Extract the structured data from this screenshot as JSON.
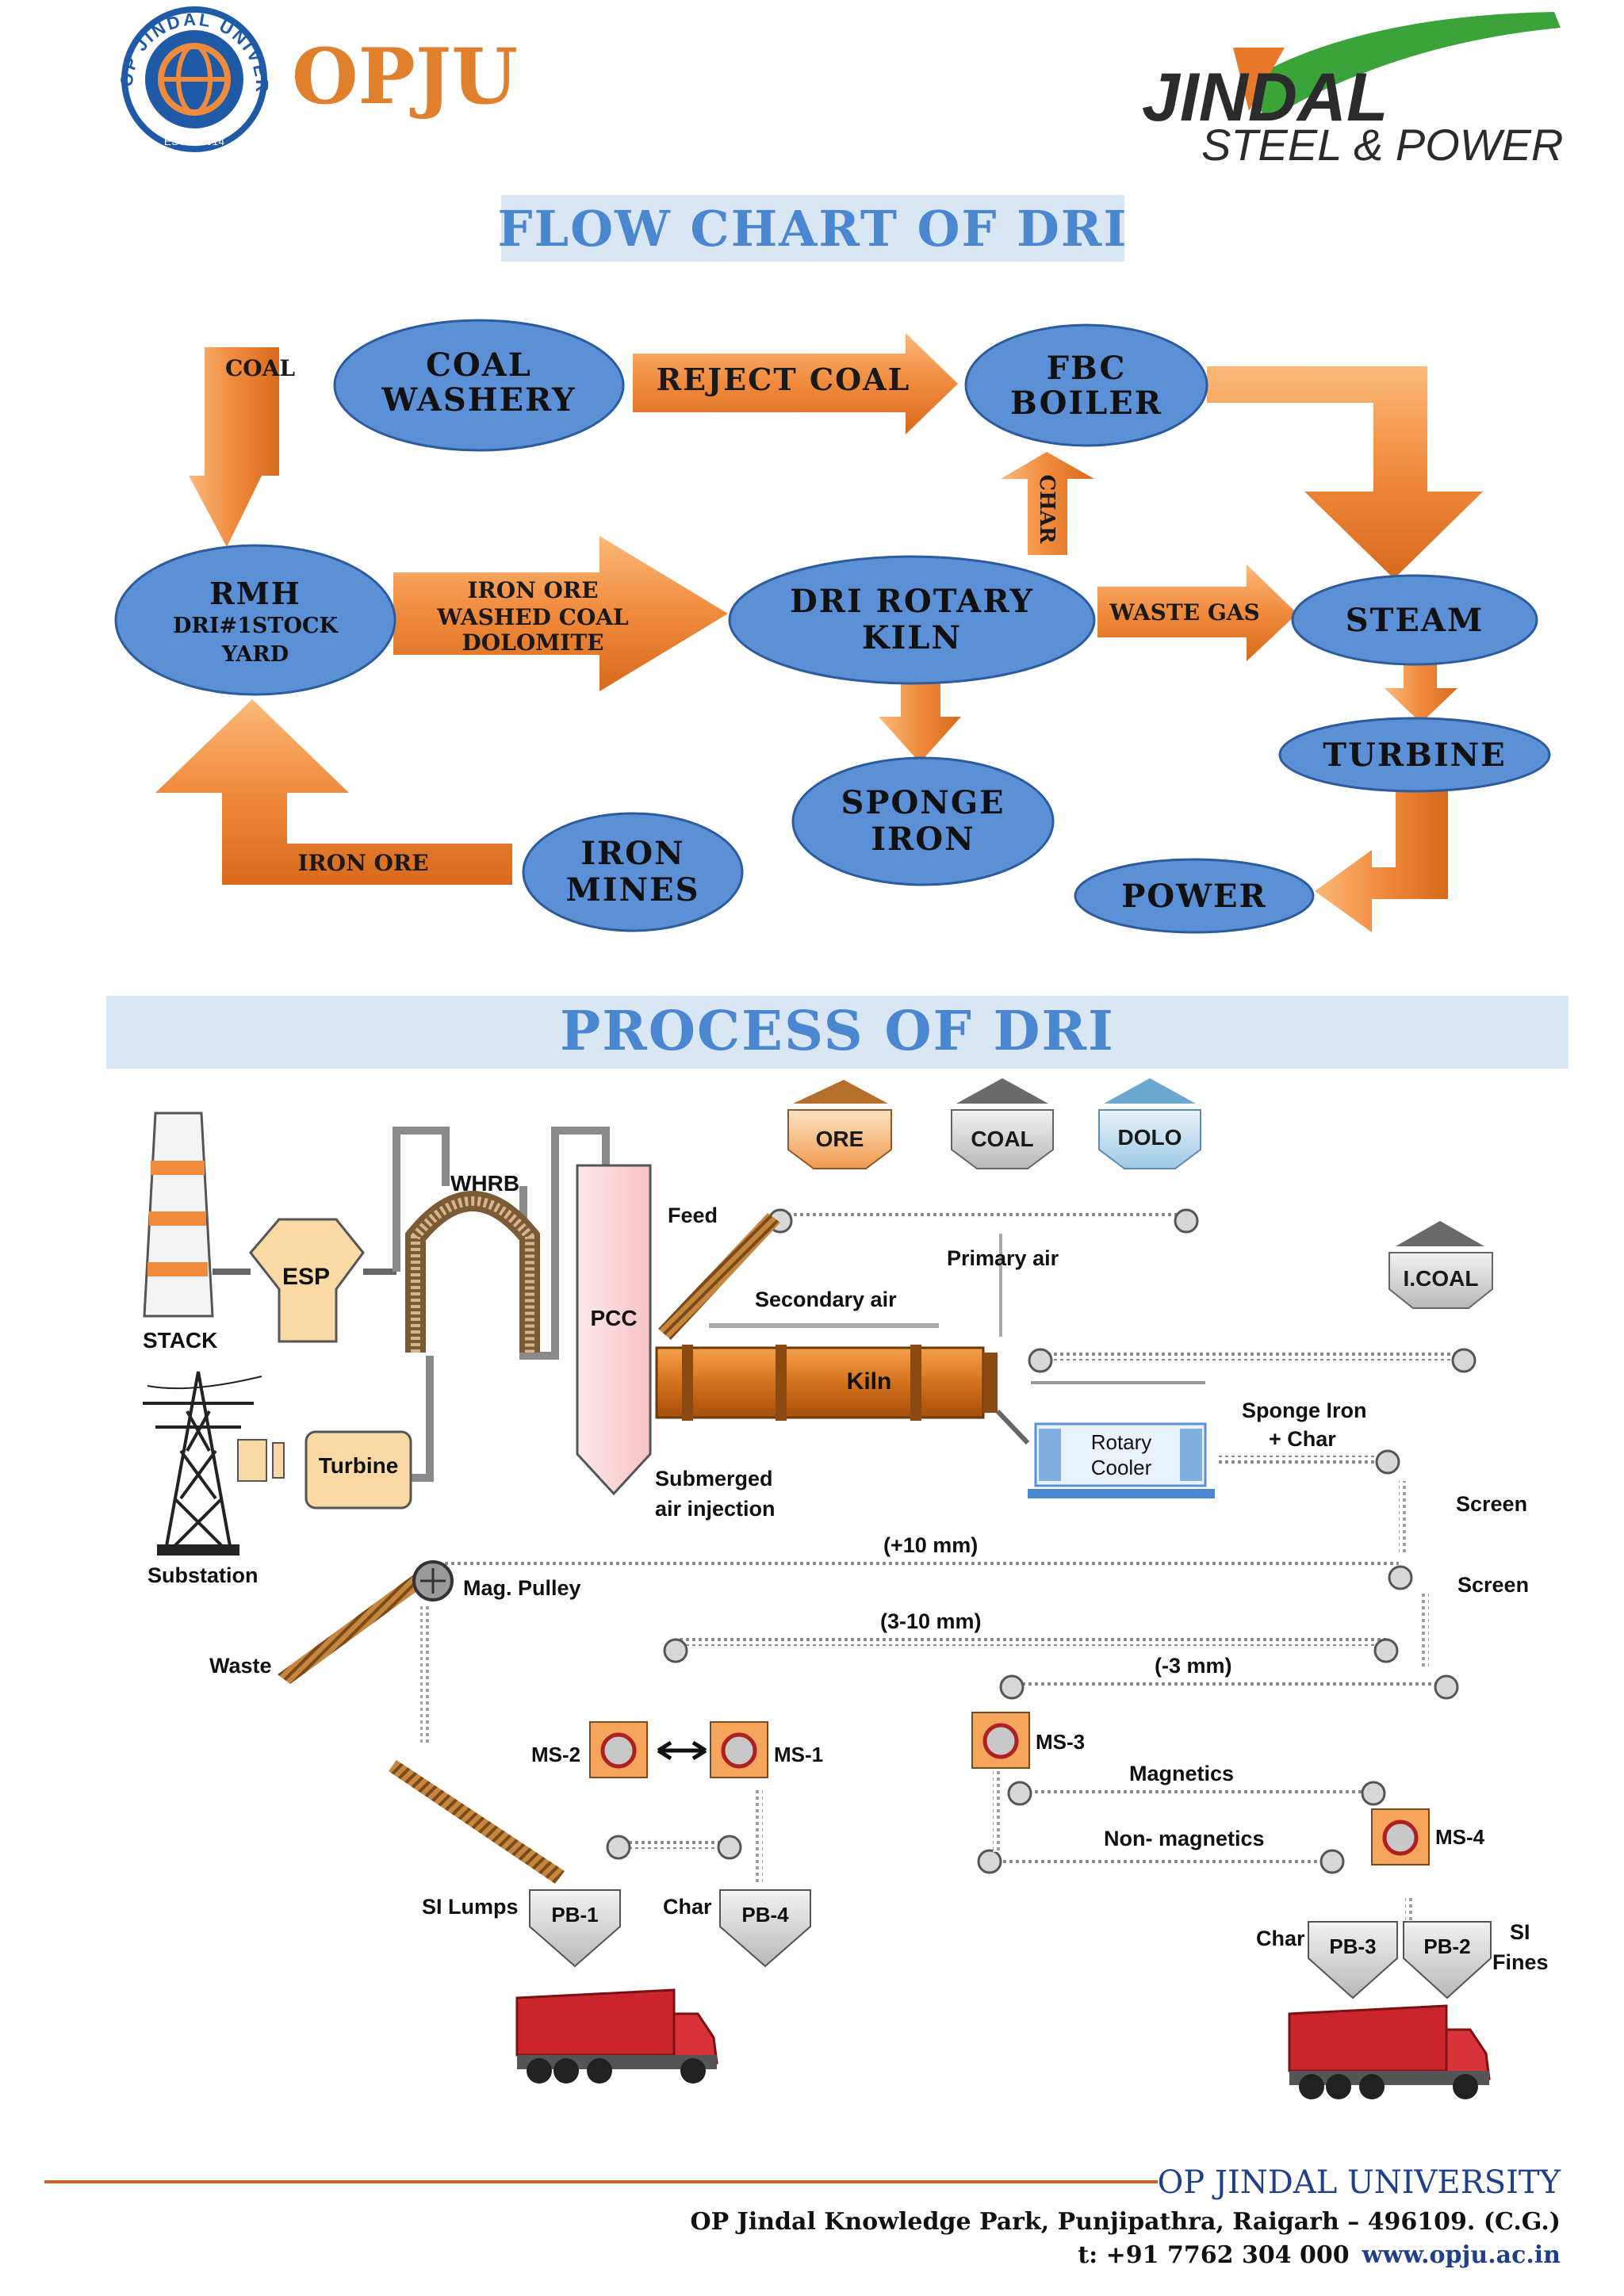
{
  "header": {
    "opju_logo": {
      "ring_text": "OP JINDAL UNIVERSITY",
      "estd": "ESTD. 2014",
      "wordmark": "OPJU"
    },
    "jspl_logo": {
      "line1": "JINDAL",
      "line2": "STEEL & POWER"
    }
  },
  "flow_chart": {
    "title": "FLOW CHART OF DRI",
    "nodes": {
      "coal_washery": [
        "COAL",
        "WASHERY"
      ],
      "fbc_boiler": [
        "FBC",
        "BOILER"
      ],
      "rmh": [
        "RMH",
        "DRI#1STOCK",
        "YARD"
      ],
      "dri_kiln": [
        "DRI ROTARY",
        "KILN"
      ],
      "steam": "STEAM",
      "turbine": "TURBINE",
      "sponge_iron": [
        "SPONGE",
        "IRON"
      ],
      "iron_mines": [
        "IRON",
        "MINES"
      ],
      "power": "POWER"
    },
    "arrows": {
      "coal": "COAL",
      "reject_coal": "REJECT COAL",
      "char": "CHAR",
      "inputs": [
        "IRON ORE",
        "WASHED COAL",
        "DOLOMITE"
      ],
      "waste_gas": "WASTE GAS",
      "iron_ore": "IRON ORE"
    }
  },
  "process": {
    "title": "PROCESS OF DRI",
    "bins": {
      "ore": "ORE",
      "coal": "COAL",
      "dolo": "DOLO",
      "icoal": "I.COAL"
    },
    "labels": {
      "whrb": "WHRB",
      "esp": "ESP",
      "stack": "STACK",
      "pcc": "PCC",
      "feed": "Feed",
      "primary_air": "Primary air",
      "secondary_air": "Secondary air",
      "kiln": "Kiln",
      "turbine": "Turbine",
      "substation": "Substation",
      "submerged": [
        "Submerged",
        "air injection"
      ],
      "sponge_char": [
        "Sponge Iron",
        "+ Char"
      ],
      "rotary_cooler": [
        "Rotary",
        "Cooler"
      ],
      "screen1": "Screen",
      "screen2": "Screen",
      "plus10": "(+10 mm)",
      "range310": "(3-10 mm)",
      "minus3": "(-3 mm)",
      "mag_pulley": "Mag. Pulley",
      "waste": "Waste",
      "ms2": "MS-2",
      "ms1": "MS-1",
      "ms3": "MS-3",
      "ms4": "MS-4",
      "magnetics": "Magnetics",
      "non_magnetics": "Non- magnetics",
      "si_lumps": "SI Lumps",
      "pb1": "PB-1",
      "char1": "Char",
      "pb4": "PB-4",
      "char2": "Char",
      "pb3": "PB-3",
      "pb2": "PB-2",
      "si_fines": [
        "SI",
        "Fines"
      ]
    }
  },
  "footer": {
    "name": "OP JINDAL UNIVERSITY",
    "address": "OP Jindal Knowledge Park, Punjipathra, Raigarh – 496109. (C.G.)",
    "phone": "t: +91 7762 304 000",
    "website": "www.opju.ac.in"
  },
  "colors": {
    "node_blue": "#5b8fd6",
    "arrow_orange": "#f08a3c",
    "title_blue": "#4b86d0",
    "band": "#d9e6f4",
    "bin_orange": "#f5a35c",
    "kiln": "#e07a22",
    "truck_red": "#c9252b"
  }
}
